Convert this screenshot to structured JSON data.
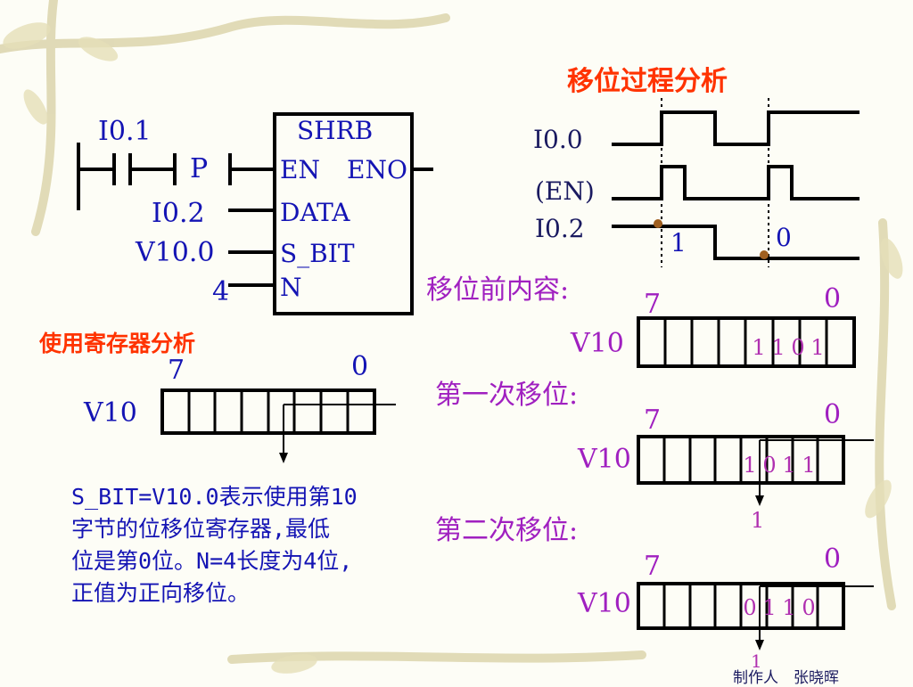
{
  "colors": {
    "title": "#ff3300",
    "label": "#1414b4",
    "heading": "#a020c0",
    "bits": "#b030b0"
  },
  "ladder": {
    "contact": "I0.1",
    "edge": "P",
    "block_name": "SHRB",
    "pins_left": [
      "EN",
      "DATA",
      "S_BIT",
      "N"
    ],
    "pin_right": "ENO",
    "data_input": "I0.2",
    "sbit_input": "V10.0",
    "n_input": "4"
  },
  "register_analysis": {
    "title": "使用寄存器分析",
    "msb": "7",
    "lsb": "0",
    "register": "V10",
    "description": [
      "S_BIT=V10.0表示使用第10",
      "字节的位移位寄存器,最低",
      "位是第0位。N=4长度为4位,",
      "正值为正向移位。"
    ]
  },
  "timing": {
    "title": "移位过程分析",
    "signals": [
      "I0.0",
      "(EN)",
      "I0.2"
    ],
    "data_values": [
      "1",
      "0"
    ]
  },
  "shifts": [
    {
      "label": "移位前内容:",
      "msb": "7",
      "lsb": "0",
      "register": "V10",
      "bits": [
        "1",
        "1",
        "0",
        "1"
      ],
      "out": ""
    },
    {
      "label": "第一次移位:",
      "msb": "7",
      "lsb": "0",
      "register": "V10",
      "bits": [
        "1",
        "0",
        "1",
        "1"
      ],
      "out": "1"
    },
    {
      "label": "第二次移位:",
      "msb": "7",
      "lsb": "0",
      "register": "V10",
      "bits": [
        "0",
        "1",
        "1",
        "0"
      ],
      "out": "1"
    }
  ],
  "author": "制作人　张晓晖"
}
